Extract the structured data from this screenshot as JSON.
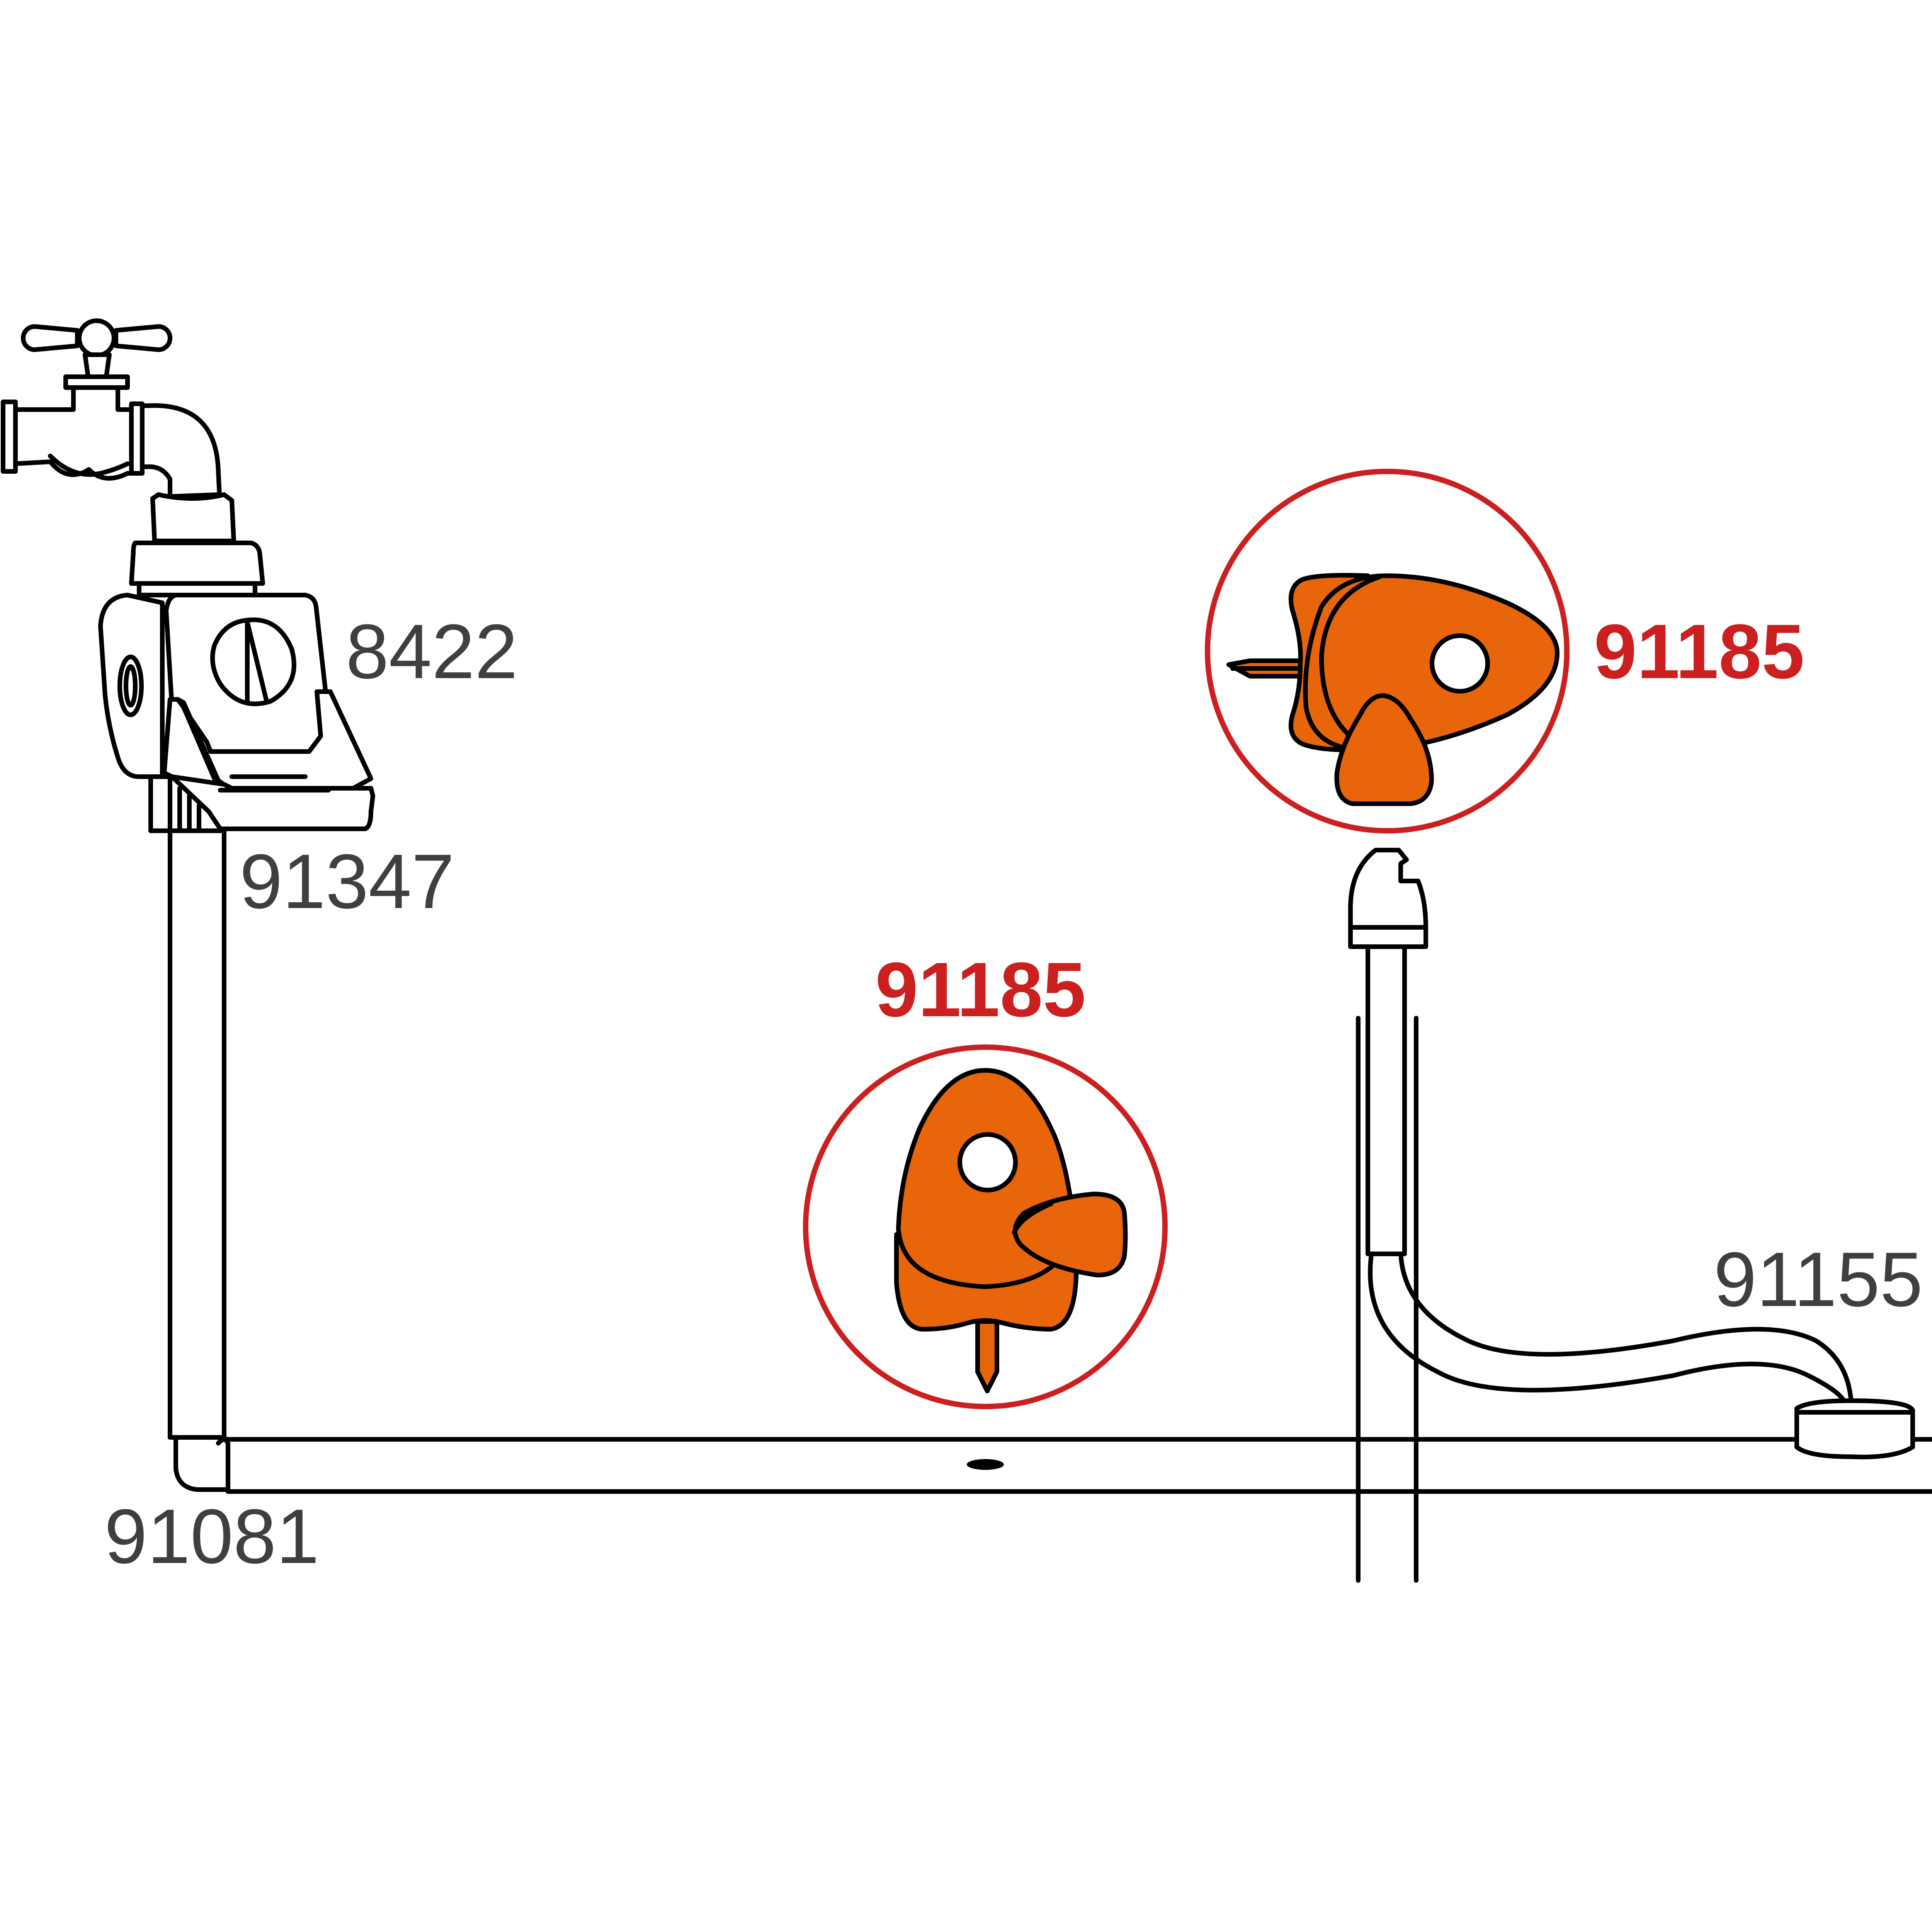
{
  "labels": {
    "timer": "8422",
    "connector": "91347",
    "elbow": "91081",
    "dripper_top": "91185",
    "dripper_middle": "91185",
    "sprayer": "91155"
  },
  "colors": {
    "line": "#000000",
    "dripper_fill": "#e8650a",
    "highlight_ring": "#cc1f1f",
    "label_dark": "#3f3f3f",
    "label_red": "#cc1f1f"
  },
  "icons": [
    "tap-icon",
    "water-timer-icon",
    "dripper-icon",
    "micro-sprayer-icon"
  ]
}
